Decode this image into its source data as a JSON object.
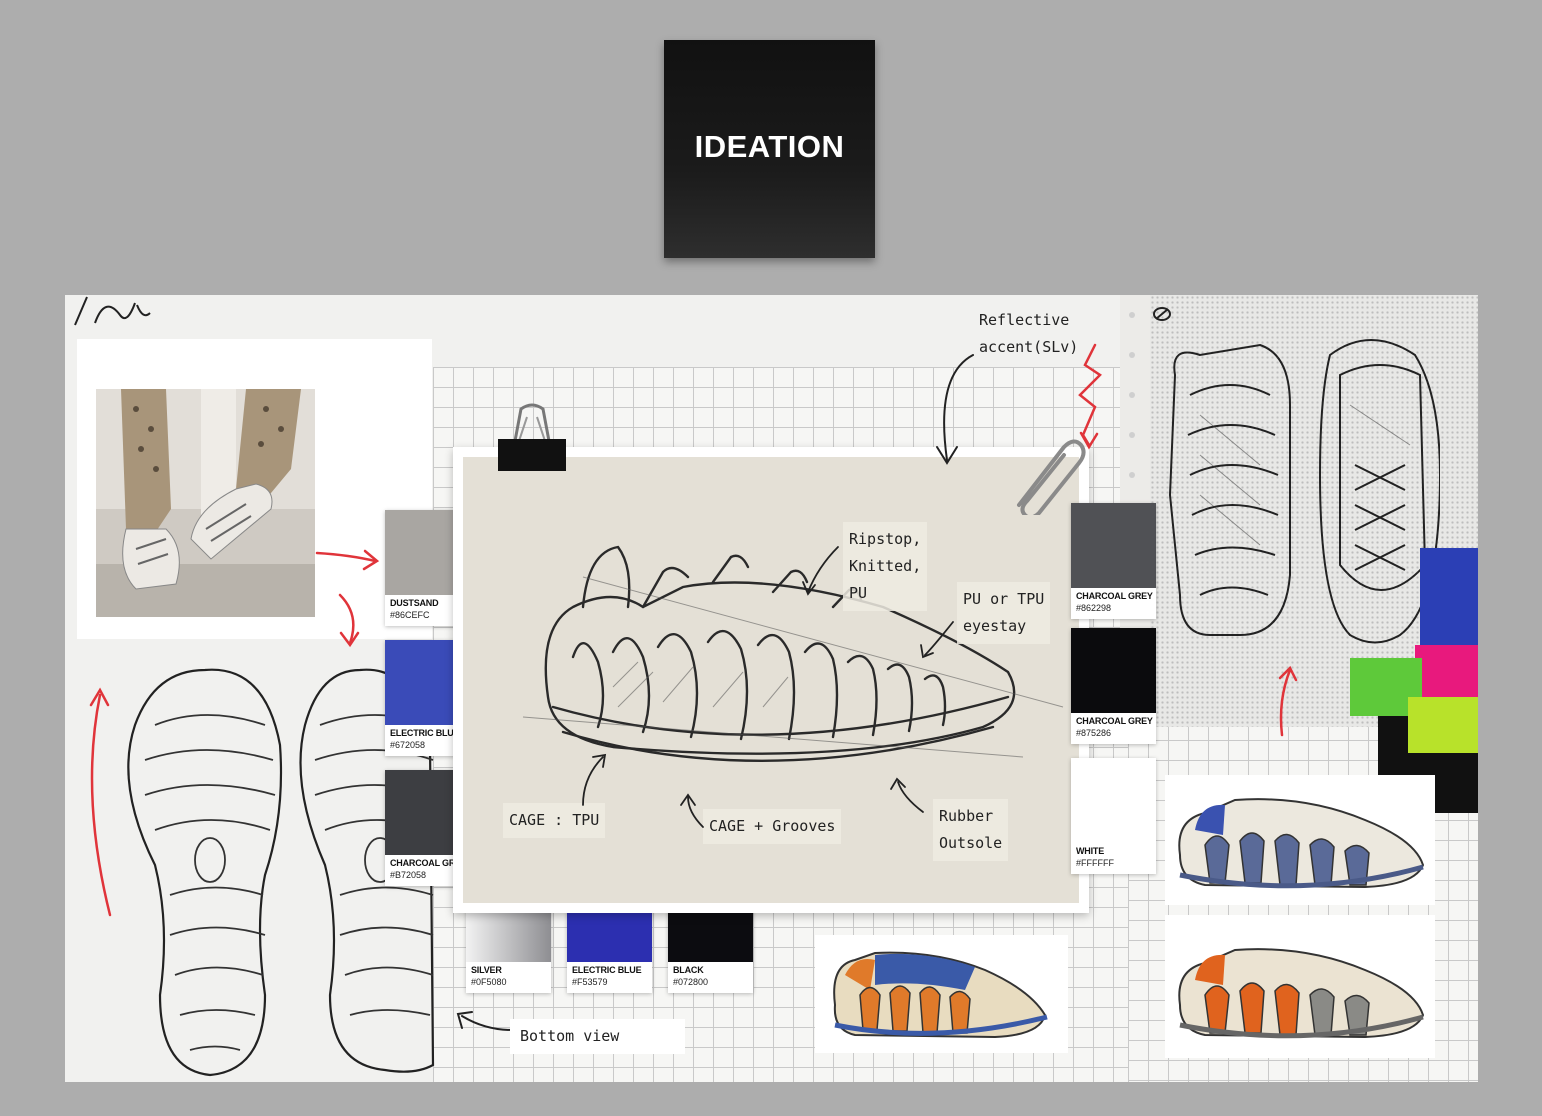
{
  "title": "IDEATION",
  "annotations": {
    "reflective": "Reflective\naccent(SLv)",
    "ripstop": "Ripstop,\nKnitted,\nPU",
    "eyestay": "PU or TPU\neyestay",
    "cage_tpu": "CAGE : TPU",
    "cage_grooves": "CAGE + Grooves",
    "rubber": "Rubber\nOutsole",
    "bottom_view": "Bottom view"
  },
  "swatches": [
    {
      "name": "DUSTSAND",
      "hex": "#86CEFC",
      "color": "#a9a6a2"
    },
    {
      "name": "ELECTRIC BLUE",
      "hex": "#672058",
      "color": "#3a4bb8"
    },
    {
      "name": "CHARCOAL GREY",
      "hex": "#B72058",
      "color": "#3d3e42"
    },
    {
      "name": "SILVER",
      "hex": "#0F5080",
      "color": "#9a9a9e"
    },
    {
      "name": "ELECTRIC BLUE",
      "hex": "#F53579",
      "color": "#2c2fb0"
    },
    {
      "name": "BLACK",
      "hex": "#072800",
      "color": "#0c0c10"
    },
    {
      "name": "CHARCOAL GREY",
      "hex": "#862298",
      "color": "#505155"
    },
    {
      "name": "CHARCOAL GREY",
      "hex": "#875286",
      "color": "#0b0b0d"
    },
    {
      "name": "WHITE",
      "hex": "#FFFFFF",
      "color": "#ffffff"
    }
  ],
  "colors": {
    "background": "#adadad",
    "tile": "#141414",
    "paper": "#e4e0d6",
    "red_arrow": "#e0343a",
    "fabric_blue": "#2b3fb5",
    "fabric_pink": "#e8197d",
    "fabric_green": "#5ec93a",
    "fabric_lime": "#b8e22a"
  }
}
